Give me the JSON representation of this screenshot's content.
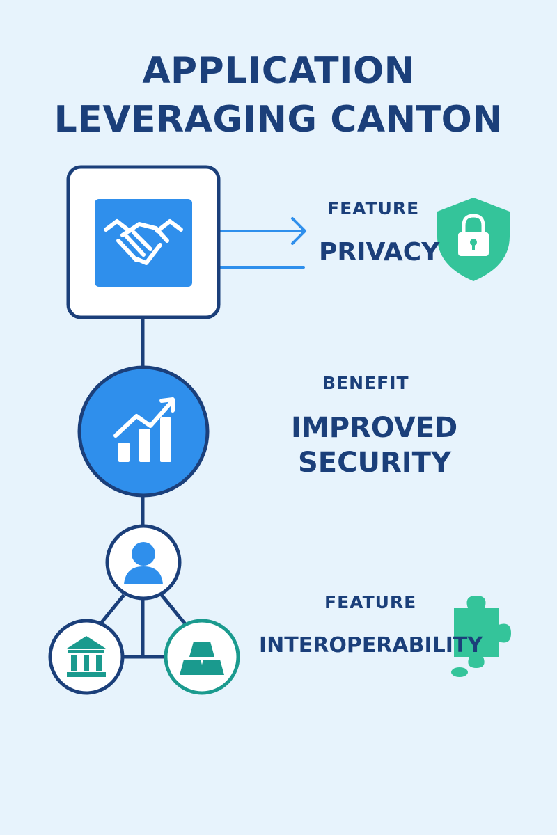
{
  "title": {
    "line1": "APPLICATION",
    "line2": "LEVERAGING CANTON"
  },
  "nodes": {
    "application": {
      "icon": "handshake-icon"
    },
    "benefit_node": {
      "icon": "growth-chart-icon"
    },
    "user_node": {
      "icon": "user-icon"
    },
    "bank_node": {
      "icon": "bank-icon"
    },
    "gold_node": {
      "icon": "gold-bars-icon"
    }
  },
  "items": [
    {
      "kicker": "FEATURE",
      "label": "PRIVACY",
      "icon": "shield-lock-icon"
    },
    {
      "kicker": "BENEFIT",
      "label_line1": "IMPROVED",
      "label_line2": "SECURITY"
    },
    {
      "kicker": "FEATURE",
      "label": "INTEROPERABILITY",
      "icon": "puzzle-piece-icon"
    }
  ],
  "colors": {
    "navy": "#1b3f7a",
    "blue": "#2f8fec",
    "teal": "#1a9a8e",
    "green": "#34c49a",
    "background": "#e7f3fc"
  }
}
